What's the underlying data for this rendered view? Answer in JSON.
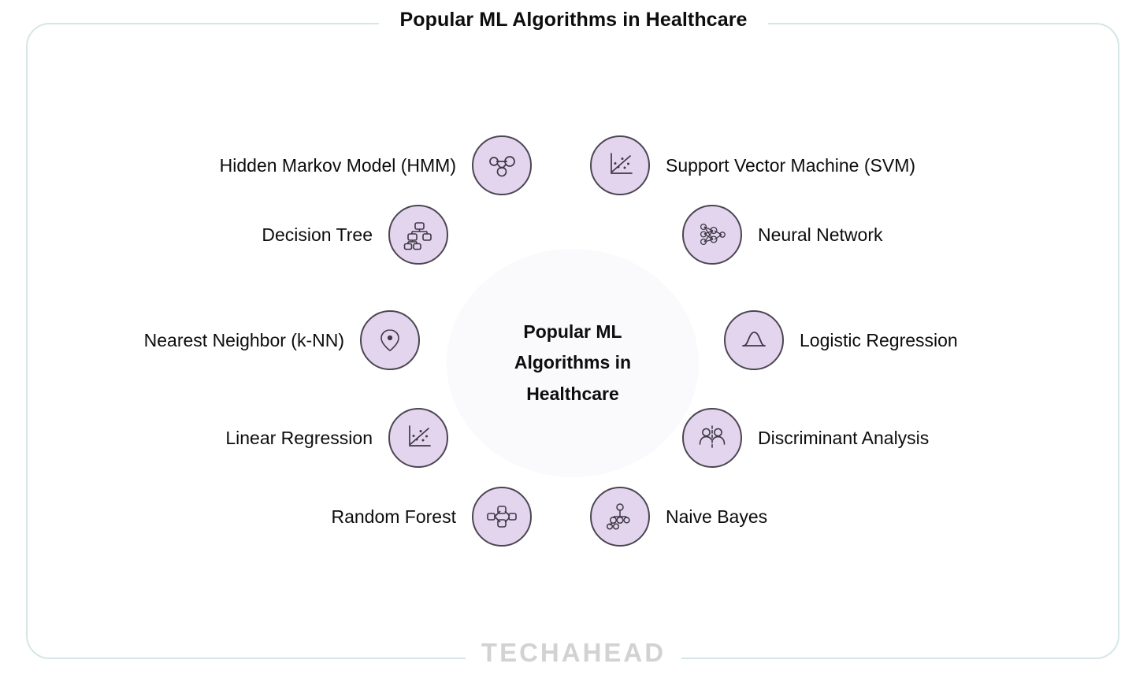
{
  "page": {
    "title": "Popular ML Algorithms in Healthcare",
    "watermark": "TECHAHEAD",
    "background_color": "#ffffff",
    "frame_border_color": "#d6e6e6"
  },
  "hub": {
    "lines": [
      "Popular ML",
      "Algorithms in",
      "Healthcare"
    ],
    "text": "Popular ML Algorithms in Healthcare",
    "background_color": "#fafafc"
  },
  "style": {
    "bubble_fill": "#e4d5ef",
    "bubble_border": "#4b4650",
    "text_color": "#0d0d0d",
    "watermark_color": "#d2d2d2"
  },
  "chart_data": {
    "type": "diagram",
    "layout": "radial-hub-and-spoke",
    "title": "Popular ML Algorithms in Healthcare",
    "center": "Popular ML Algorithms in Healthcare",
    "node_count": 10,
    "nodes": [
      {
        "label": "Hidden Markov Model (HMM)",
        "icon": "connected-nodes-icon",
        "side": "left",
        "row": 1
      },
      {
        "label": "Decision Tree",
        "icon": "decision-tree-icon",
        "side": "left",
        "row": 2
      },
      {
        "label": "Nearest Neighbor (k-NN)",
        "icon": "map-pin-icon",
        "side": "left",
        "row": 3
      },
      {
        "label": "Linear Regression",
        "icon": "scatter-plot-line-icon",
        "side": "left",
        "row": 4
      },
      {
        "label": "Random Forest",
        "icon": "random-forest-icon",
        "side": "left",
        "row": 5
      },
      {
        "label": "Support Vector Machine (SVM)",
        "icon": "scatter-plot-line-icon",
        "side": "right",
        "row": 1
      },
      {
        "label": "Neural Network",
        "icon": "neural-network-icon",
        "side": "right",
        "row": 2
      },
      {
        "label": "Logistic Regression",
        "icon": "bell-curve-icon",
        "side": "right",
        "row": 3
      },
      {
        "label": "Discriminant Analysis",
        "icon": "two-people-divider-icon",
        "side": "right",
        "row": 4
      },
      {
        "label": "Naive Bayes",
        "icon": "bayes-tree-icon",
        "side": "right",
        "row": 5
      }
    ]
  }
}
